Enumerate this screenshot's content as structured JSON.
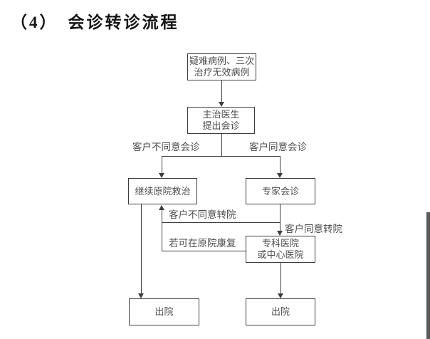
{
  "title": {
    "prefix": "（4）",
    "text": "会诊转诊流程"
  },
  "flowchart": {
    "nodes": {
      "difficult_cases": {
        "lines": [
          "疑难病例、三次",
          "治疗无效病例"
        ]
      },
      "attending_doctor": {
        "lines": [
          "主治医生",
          "提出会诊"
        ]
      },
      "continue_original": {
        "lines": [
          "继续原院救治"
        ]
      },
      "expert_consult": {
        "lines": [
          "专家会诊"
        ]
      },
      "specialist_hospital": {
        "lines": [
          "专科医院",
          "或中心医院"
        ]
      },
      "discharge_left": {
        "lines": [
          "出院"
        ]
      },
      "discharge_right": {
        "lines": [
          "出院"
        ]
      }
    },
    "edge_labels": {
      "client_disagree_consult": "客户不同意会诊",
      "client_agree_consult": "客户同意会诊",
      "client_disagree_transfer": "客户不同意转院",
      "client_agree_transfer": "客户同意转院",
      "if_recover_original": "若可在原院康复"
    },
    "colors": {
      "line": "#3d3d3d",
      "node_text": "#4d4d4d",
      "title_text": "#151515"
    }
  }
}
